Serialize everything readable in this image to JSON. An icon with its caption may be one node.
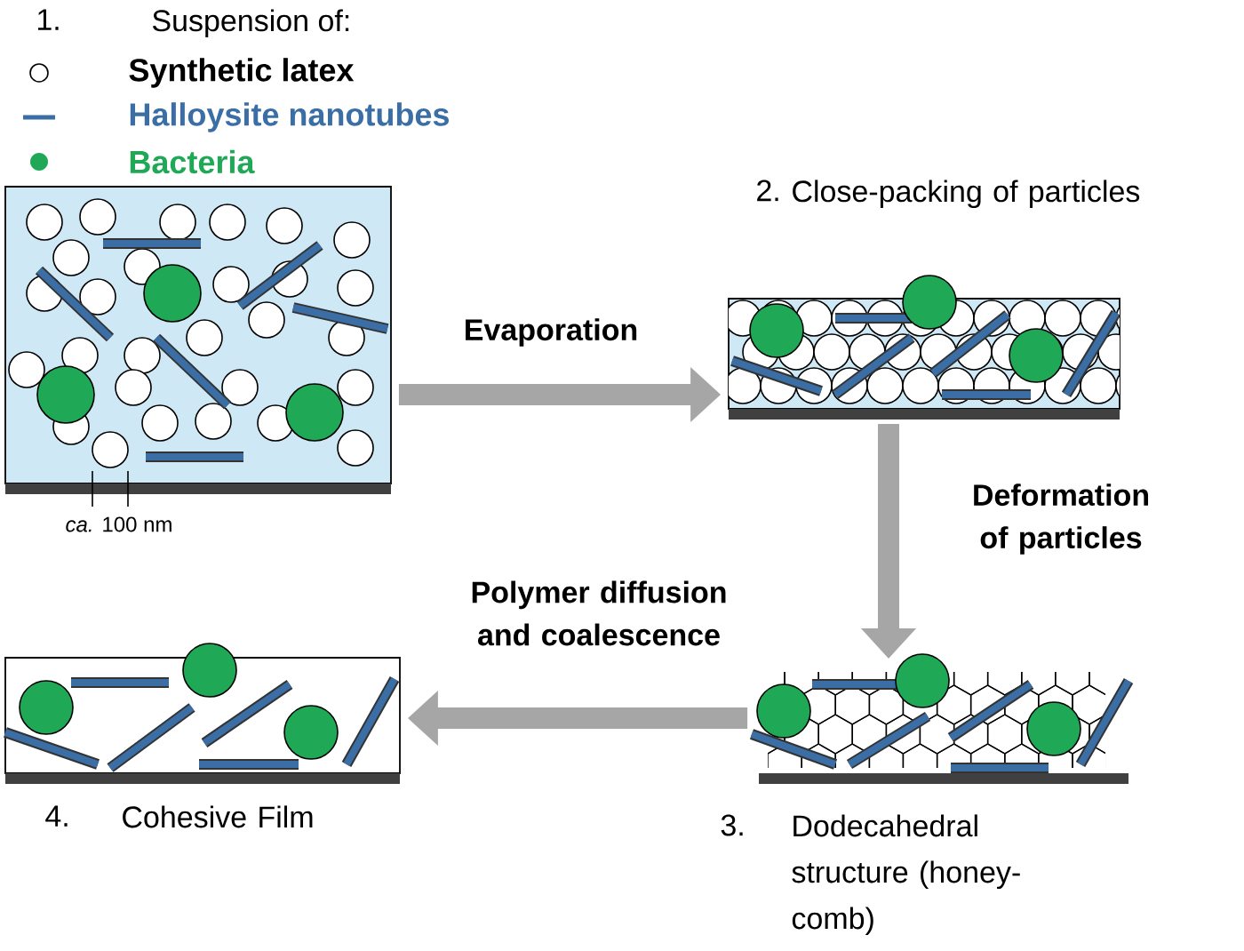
{
  "diagram": {
    "nodes": [
      {
        "text": [],
        "shape": "picture"
      },
      {
        "text": [
          "2.",
          "Close-packing of particles"
        ]
      },
      {
        "text": [
          "3.",
          "Dodecahedral structure (honey-comb)"
        ]
      },
      {
        "text": [
          "4.",
          "Cohesive Film"
        ]
      }
    ],
    "edges": [
      {
        "from": 0,
        "to": 1,
        "arrow": "to",
        "label": "Evaporation"
      },
      {
        "from": 1,
        "to": 2,
        "arrow": "to",
        "label": "Deformation of particles"
      },
      {
        "from": 2,
        "to": 3,
        "arrow": "to",
        "label": "Polymer diffusion and coalescence"
      }
    ],
    "labels": [
      "1.",
      "Suspension of:",
      "*ca.* 100 nm"
    ],
    "legend": [
      {
        "text": "Synthetic latex"
      },
      {
        "text": "Halloysite nanotubes"
      },
      {
        "text": "Bacteria"
      }
    ]
  }
}
